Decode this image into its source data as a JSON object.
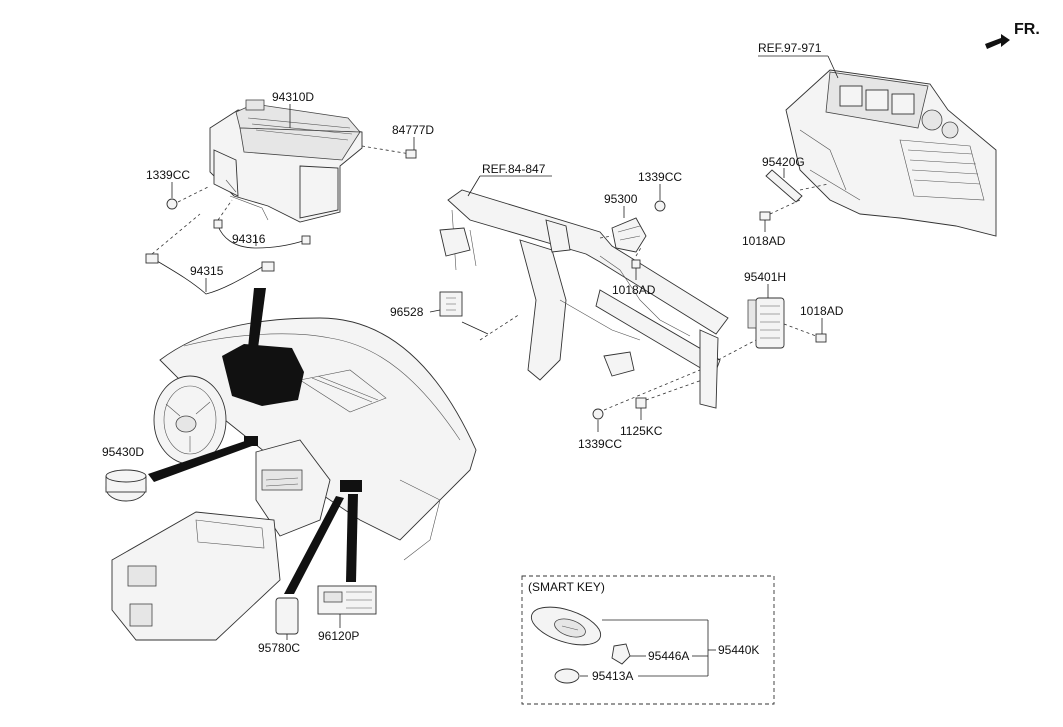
{
  "orientation": {
    "label": "FR."
  },
  "refs": {
    "ref_hvac": "REF.97-971",
    "ref_cowl": "REF.84-847"
  },
  "parts": {
    "p94310D": "94310D",
    "p84777D": "84777D",
    "p1339CC_a": "1339CC",
    "p94316": "94316",
    "p94315": "94315",
    "p95430D": "95430D",
    "p95780C": "95780C",
    "p96120P": "96120P",
    "p96528": "96528",
    "p95300": "95300",
    "p1339CC_b": "1339CC",
    "p1018AD_a": "1018AD",
    "p1339CC_c": "1339CC",
    "p1125KC": "1125KC",
    "p95401H": "95401H",
    "p1018AD_b": "1018AD",
    "p95420G": "95420G",
    "p1018AD_c": "1018AD"
  },
  "smart_key": {
    "title": "(SMART KEY)",
    "p95440K": "95440K",
    "p95446A": "95446A",
    "p95413A": "95413A"
  }
}
